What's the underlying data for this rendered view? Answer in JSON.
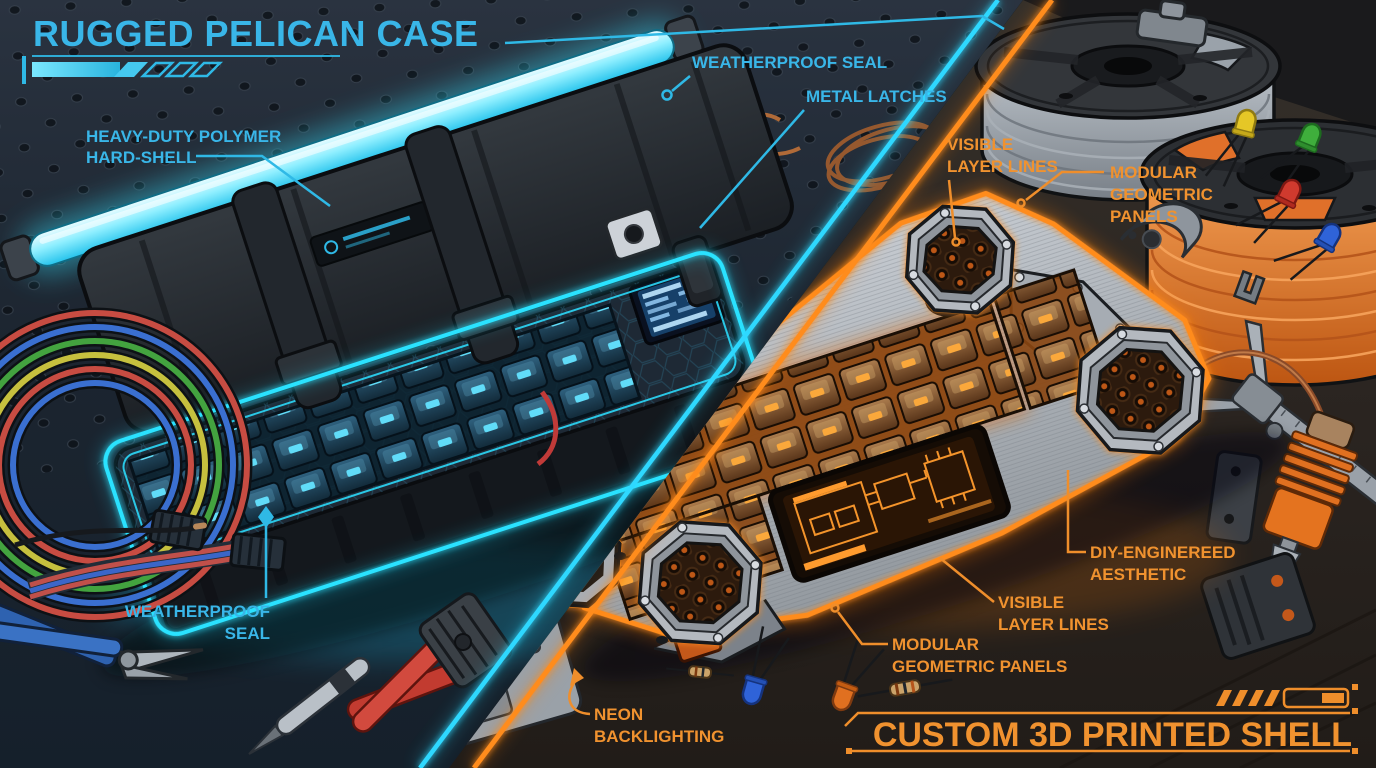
{
  "left": {
    "title": "RUGGED PELICAN CASE",
    "accent": "#39b6e8",
    "glow": "#2ee4ff",
    "labels": {
      "seal_top": "WEATHERPROOF SEAL",
      "latches": "METAL LATCHES",
      "shell_1": "HEAVY-DUTY POLYMER",
      "shell_2": "HARD-SHELL",
      "seal_bottom_1": "WEATHERPROOF",
      "seal_bottom_2": "SEAL"
    }
  },
  "right": {
    "title": "CUSTOM 3D PRINTED SHELL",
    "accent": "#f0922f",
    "glow": "#ff8c1e",
    "labels": {
      "layers_top_1": "VISIBLE",
      "layers_top_2": "LAYER LINES",
      "panels_top_1": "MODULAR",
      "panels_top_2": "GEOMETRIC",
      "panels_top_3": "PANELS",
      "diy_1": "DIY-ENGINEREED",
      "diy_2": "AESTHETIC",
      "layers_mid_1": "VISIBLE",
      "layers_mid_2": "LAYER LINES",
      "panels_bottom_1": "MODULAR",
      "panels_bottom_2": "GEOMETRIC PANELS",
      "neon_1": "NEON",
      "neon_2": "BACKLIGHTING"
    }
  }
}
